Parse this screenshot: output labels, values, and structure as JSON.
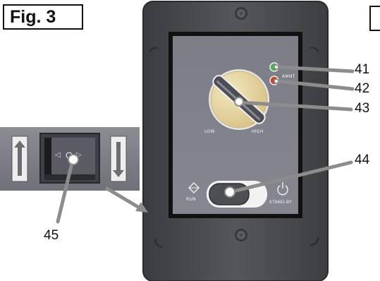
{
  "figure": {
    "label": "Fig. 3"
  },
  "panel": {
    "dial": {
      "low_label": "LOW",
      "high_label": "HIGH"
    },
    "indicator_text": "AMNT",
    "run_label": "RUN",
    "standby_label": "STAND-BY"
  },
  "callouts": [
    {
      "number": "41"
    },
    {
      "number": "42"
    },
    {
      "number": "43"
    },
    {
      "number": "44"
    },
    {
      "number": "45"
    }
  ],
  "colors": {
    "plate": "#525357",
    "inner_panel": "#7d7e86",
    "dial_face": "#e8d9a0",
    "green_led": "#4fae52",
    "red_led": "#d0402c",
    "leader_line": "#8c8c8c"
  }
}
